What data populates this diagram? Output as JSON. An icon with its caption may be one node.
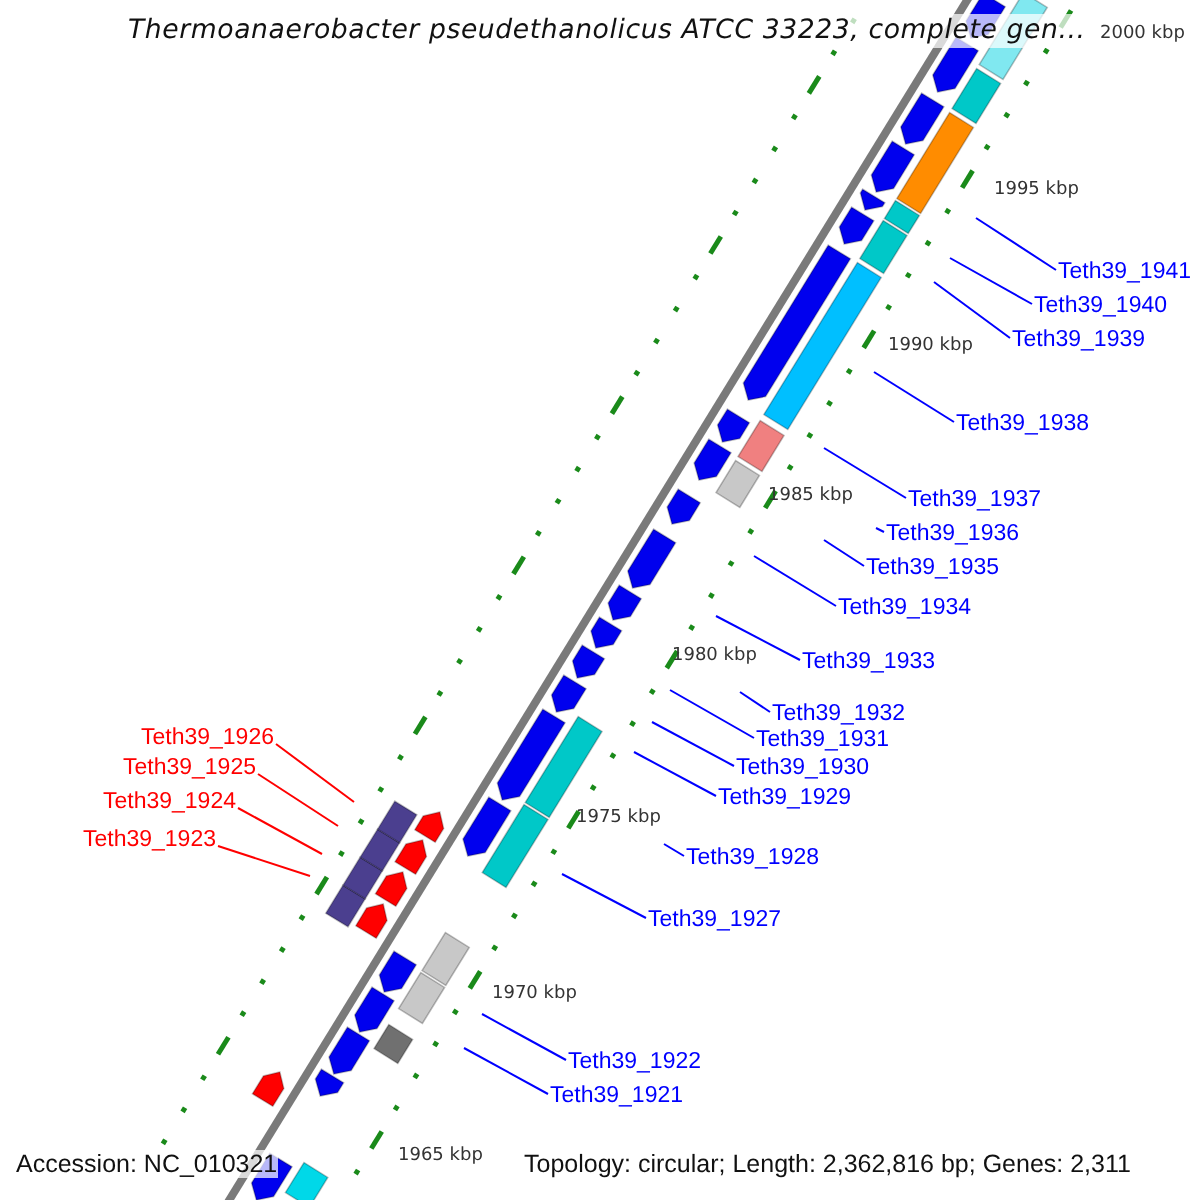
{
  "diagram": {
    "title": "Thermoanaerobacter pseudethanolicus ATCC 33223, complete gen...",
    "nodes": [
      {
        "text": [
          "Teth39_1941"
        ]
      },
      {
        "text": [
          "Teth39_1940"
        ]
      },
      {
        "text": [
          "Teth39_1939"
        ]
      },
      {
        "text": [
          "Teth39_1938"
        ]
      },
      {
        "text": [
          "Teth39_1937"
        ]
      },
      {
        "text": [
          "Teth39_1936"
        ]
      },
      {
        "text": [
          "Teth39_1935"
        ]
      },
      {
        "text": [
          "Teth39_1934"
        ]
      },
      {
        "text": [
          "Teth39_1933"
        ]
      },
      {
        "text": [
          "Teth39_1932"
        ]
      },
      {
        "text": [
          "Teth39_1931"
        ]
      },
      {
        "text": [
          "Teth39_1930"
        ]
      },
      {
        "text": [
          "Teth39_1929"
        ]
      },
      {
        "text": [
          "Teth39_1928"
        ]
      },
      {
        "text": [
          "Teth39_1927"
        ]
      },
      {
        "text": [
          "Teth39_1922"
        ]
      },
      {
        "text": [
          "Teth39_1921"
        ]
      },
      {
        "text": [
          "Teth39_1926"
        ]
      },
      {
        "text": [
          "Teth39_1925"
        ]
      },
      {
        "text": [
          "Teth39_1924"
        ]
      },
      {
        "text": [
          "Teth39_1923"
        ]
      }
    ],
    "edges": [
      {
        "from": 0,
        "to": null,
        "arrow": "none"
      },
      {
        "from": 1,
        "to": null,
        "arrow": "none"
      },
      {
        "from": 2,
        "to": null,
        "arrow": "none"
      },
      {
        "from": 3,
        "to": null,
        "arrow": "none"
      },
      {
        "from": 4,
        "to": null,
        "arrow": "none"
      },
      {
        "from": 5,
        "to": null,
        "arrow": "none"
      },
      {
        "from": 6,
        "to": null,
        "arrow": "none"
      },
      {
        "from": 7,
        "to": null,
        "arrow": "none"
      },
      {
        "from": 8,
        "to": null,
        "arrow": "none"
      },
      {
        "from": 9,
        "to": null,
        "arrow": "none"
      },
      {
        "from": 10,
        "to": null,
        "arrow": "none"
      },
      {
        "from": 11,
        "to": null,
        "arrow": "none"
      },
      {
        "from": 12,
        "to": null,
        "arrow": "none"
      },
      {
        "from": 13,
        "to": null,
        "arrow": "none"
      },
      {
        "from": 14,
        "to": null,
        "arrow": "none"
      },
      {
        "from": 15,
        "to": null,
        "arrow": "none"
      },
      {
        "from": 16,
        "to": null,
        "arrow": "none"
      },
      {
        "from": 17,
        "to": null,
        "arrow": "none",
        "color": "#ff0000"
      },
      {
        "from": 18,
        "to": null,
        "arrow": "none",
        "color": "#ff0000"
      },
      {
        "from": 19,
        "to": null,
        "arrow": "none",
        "color": "#ff0000"
      },
      {
        "from": 20,
        "to": null,
        "arrow": "none",
        "color": "#ff0000"
      }
    ],
    "labels": [
      "2000 kbp",
      "1995 kbp",
      "1990 kbp",
      "1985 kbp",
      "1980 kbp",
      "1975 kbp",
      "1970 kbp",
      "1965 kbp",
      "Accession: NC_010321",
      "Topology: circular; Length: 2,362,816 bp; Genes: 2,311"
    ]
  }
}
